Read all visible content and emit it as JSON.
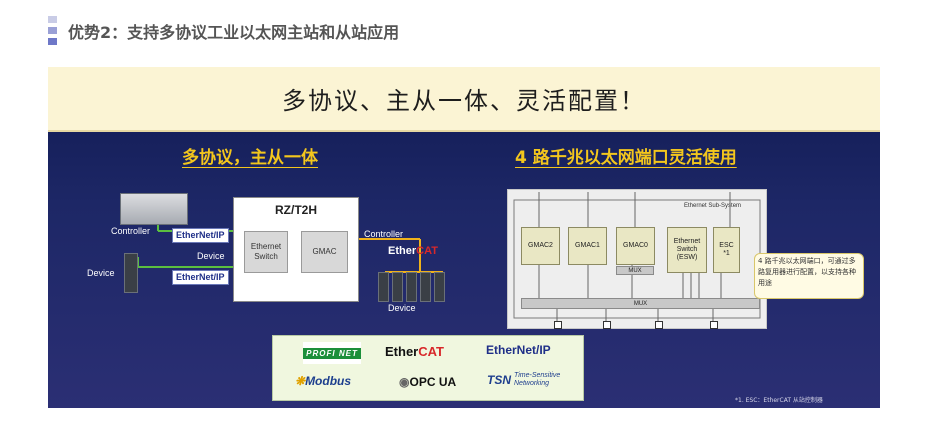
{
  "header": {
    "title": "优势2：支持多协议工业以太网主站和从站应用",
    "bullet_colors": [
      "#c9cce6",
      "#9aa0d6",
      "#6e78c8"
    ]
  },
  "slide": {
    "banner_title": "多协议、主从一体、灵活配置！",
    "left": {
      "heading": "多协议，主从一体",
      "chip_title": "RZ/T2H",
      "switch_label": "Ethernet\nSwitch",
      "gmac_label": "GMAC",
      "controller_left": "Controller",
      "device_left": "Device",
      "device_mid": "Device",
      "controller_right": "Controller",
      "device_bottom": "Device",
      "ethernet_ip_1": "EtherNet/IP",
      "ethernet_ip_2": "EtherNet/IP",
      "ethercat": {
        "main": "Ether",
        "accent": "CAT"
      }
    },
    "right": {
      "heading": "4 路千兆以太网端口灵活使用",
      "subsystem_title": "Ethernet Sub-System",
      "gmac2": "GMAC2",
      "gmac1": "GMAC1",
      "gmac0": "GMAC0",
      "esw": "Ethernet\nSwitch\n(ESW)",
      "esc": "ESC\n*1",
      "mux_small": "MUX",
      "mux_big": "MUX",
      "callout": "4 路千兆以太网端口，可通过多路复用器进行配置，以支持各种用途"
    },
    "protocols": {
      "profinet": "PROFI NET",
      "ethercat": {
        "main": "Ether",
        "accent": "CAT"
      },
      "ethernet_ip": "EtherNet/IP",
      "modbus": "Modbus",
      "opcua": "OPC UA",
      "tsn_logo": "TSN",
      "tsn_text": "Time-Sensitive Networking"
    },
    "footnote": "*1. ESC：EtherCAT 从站控制器"
  }
}
